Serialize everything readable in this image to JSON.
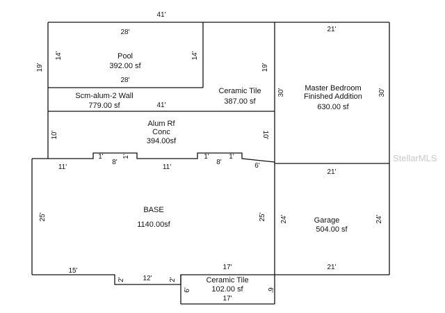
{
  "rooms": {
    "pool": {
      "name": "Pool",
      "area": "392.00 sf"
    },
    "screen": {
      "name": "Scm-alum-2 Wall",
      "area": "779.00 sf"
    },
    "ceramic_top": {
      "name": "Ceramic Tile",
      "area": "387.00 sf"
    },
    "master": {
      "name_line1": "Master Bedroom",
      "name_line2": "Finished Addition",
      "area": "630.00 sf"
    },
    "alum": {
      "name_line1": "Alum Rf",
      "name_line2": "Conc",
      "area": "394.00sf"
    },
    "base": {
      "name": "BASE",
      "area": "1140.00sf"
    },
    "garage": {
      "name": "Garage",
      "area": "504.00 sf"
    },
    "ceramic_bottom": {
      "name": "Ceramic Tile",
      "area": "102.00 sf"
    }
  },
  "dims": {
    "top_41": "41'",
    "pool_top_28": "28'",
    "pool_bottom_28": "28'",
    "pool_left_14": "14'",
    "pool_right_14": "14'",
    "left_19": "19'",
    "right_19": "19'",
    "mid_41": "41'",
    "master_top_21": "21'",
    "master_left_30": "30'",
    "master_right_30": "30'",
    "alum_left_10": "10'",
    "alum_right_10": "10'",
    "base_11_left": "11'",
    "base_8_left": "8'",
    "base_11_center": "11'",
    "base_8_right": "8'",
    "base_6_right": "6'",
    "notch_1_a": "1'",
    "notch_1_b": "1'",
    "notch_1_c": "1'",
    "notch_1_d": "1'",
    "base_left_25": "25'",
    "base_right_25": "25'",
    "garage_top_21": "21'",
    "garage_left_24": "24'",
    "garage_right_24": "24'",
    "garage_bottom_21": "21'",
    "base_bottom_15": "15'",
    "base_bottom_17": "17'",
    "notch_2_left": "2'",
    "notch_2_right": "2'",
    "bottom_12": "12'",
    "ct_left_6": "6'",
    "ct_right_6": "6'",
    "ct_bottom_17": "17'"
  },
  "watermark": "StellarMLS"
}
